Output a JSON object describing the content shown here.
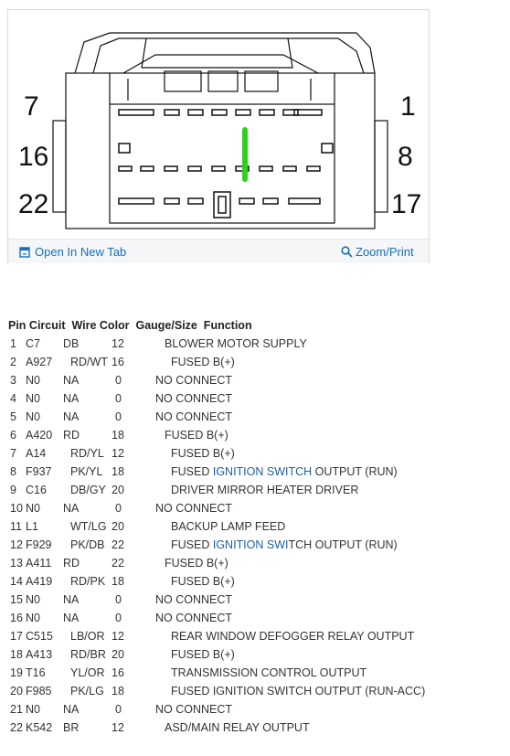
{
  "diagram": {
    "pin_labels": {
      "top_left": "7",
      "mid_left": "16",
      "bottom_left": "22",
      "top_right": "1",
      "mid_right": "8",
      "bottom_right": "17"
    },
    "highlight_color": "#2ed11a"
  },
  "footer": {
    "open_new_tab": "Open In New Tab",
    "zoom_print": "Zoom/Print",
    "link_color": "#1a6fb5"
  },
  "table": {
    "header": "Pin Circuit  Wire Color  Gauge/Size  Function",
    "rows": [
      {
        "pin": "1",
        "circuit": "C7",
        "color": "DB",
        "gauge": "12",
        "function": "BLOWER MOTOR SUPPLY"
      },
      {
        "pin": "2",
        "circuit": "A927",
        "color": "RD/WT",
        "gauge": "16",
        "function": "FUSED B(+)"
      },
      {
        "pin": "3",
        "circuit": "N0",
        "color": "NA",
        "gauge": "0",
        "function": "NO CONNECT"
      },
      {
        "pin": "4",
        "circuit": "N0",
        "color": "NA",
        "gauge": "0",
        "function": "NO CONNECT"
      },
      {
        "pin": "5",
        "circuit": "N0",
        "color": "NA",
        "gauge": "0",
        "function": "NO CONNECT"
      },
      {
        "pin": "6",
        "circuit": "A420",
        "color": "RD",
        "gauge": "18",
        "function": "FUSED B(+)"
      },
      {
        "pin": "7",
        "circuit": "A14",
        "color": "RD/YL",
        "gauge": "12",
        "function": "FUSED B(+)"
      },
      {
        "pin": "8",
        "circuit": "F937",
        "color": "PK/YL",
        "gauge": "18",
        "function_pre": "FUSED ",
        "function_link": "IGNITION SWITCH",
        "function_post": " OUTPUT (RUN)"
      },
      {
        "pin": "9",
        "circuit": "C16",
        "color": "DB/GY",
        "gauge": "20",
        "function": "DRIVER MIRROR HEATER DRIVER"
      },
      {
        "pin": "10",
        "circuit": "N0",
        "color": "NA",
        "gauge": "0",
        "function": "NO CONNECT"
      },
      {
        "pin": "11",
        "circuit": "L1",
        "color": "WT/LG",
        "gauge": "20",
        "function": "BACKUP LAMP FEED"
      },
      {
        "pin": "12",
        "circuit": "F929",
        "color": "PK/DB",
        "gauge": "22",
        "function_pre": "FUSED ",
        "function_link": "IGNITION SWI",
        "function_post": "TCH OUTPUT (RUN)"
      },
      {
        "pin": "13",
        "circuit": "A411",
        "color": "RD",
        "gauge": "22",
        "function": "FUSED B(+)"
      },
      {
        "pin": "14",
        "circuit": "A419",
        "color": "RD/PK",
        "gauge": "18",
        "function": "FUSED B(+)"
      },
      {
        "pin": "15",
        "circuit": "N0",
        "color": "NA",
        "gauge": "0",
        "function": "NO CONNECT"
      },
      {
        "pin": "16",
        "circuit": "N0",
        "color": "NA",
        "gauge": "0",
        "function": "NO CONNECT"
      },
      {
        "pin": "17",
        "circuit": "C515",
        "color": "LB/OR",
        "gauge": "12",
        "function": "REAR WINDOW DEFOGGER RELAY OUTPUT"
      },
      {
        "pin": "18",
        "circuit": "A413",
        "color": "RD/BR",
        "gauge": "20",
        "function": "FUSED B(+)"
      },
      {
        "pin": "19",
        "circuit": "T16",
        "color": "YL/OR",
        "gauge": "16",
        "function": "TRANSMISSION CONTROL OUTPUT"
      },
      {
        "pin": "20",
        "circuit": "F985",
        "color": "PK/LG",
        "gauge": "18",
        "function": "FUSED IGNITION SWITCH OUTPUT (RUN-ACC)"
      },
      {
        "pin": "21",
        "circuit": "N0",
        "color": "NA",
        "gauge": "0",
        "function": "NO CONNECT"
      },
      {
        "pin": "22",
        "circuit": "K542",
        "color": "BR",
        "gauge": "12",
        "function": "ASD/MAIN RELAY OUTPUT"
      }
    ]
  }
}
